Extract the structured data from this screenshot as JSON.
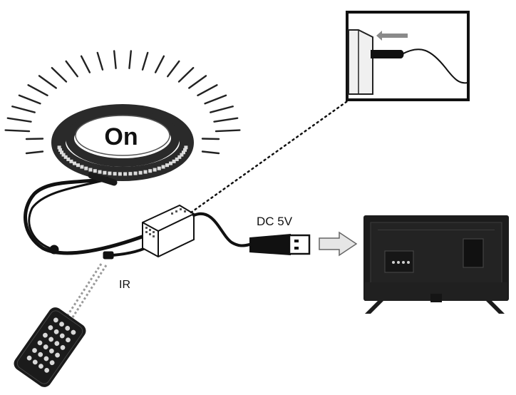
{
  "labels": {
    "strip_state": "On",
    "power": "DC 5V",
    "receiver": "IR"
  },
  "colors": {
    "strip_body": "#2a2a2a",
    "led_chip": "#dcdcdc",
    "cable": "#111111",
    "controller_fill": "#ffffff",
    "tv_body": "#1c1c1c",
    "arrow_fill": "#e6e6e6",
    "ir_beam": "#9a9a9a"
  },
  "icons": {
    "strip": "led-strip-icon",
    "controller": "controller-box-icon",
    "usb": "usb-plug-icon",
    "tv": "tv-icon",
    "remote": "ir-remote-icon",
    "arrow": "right-arrow-icon",
    "socket": "usb-socket-icon"
  }
}
